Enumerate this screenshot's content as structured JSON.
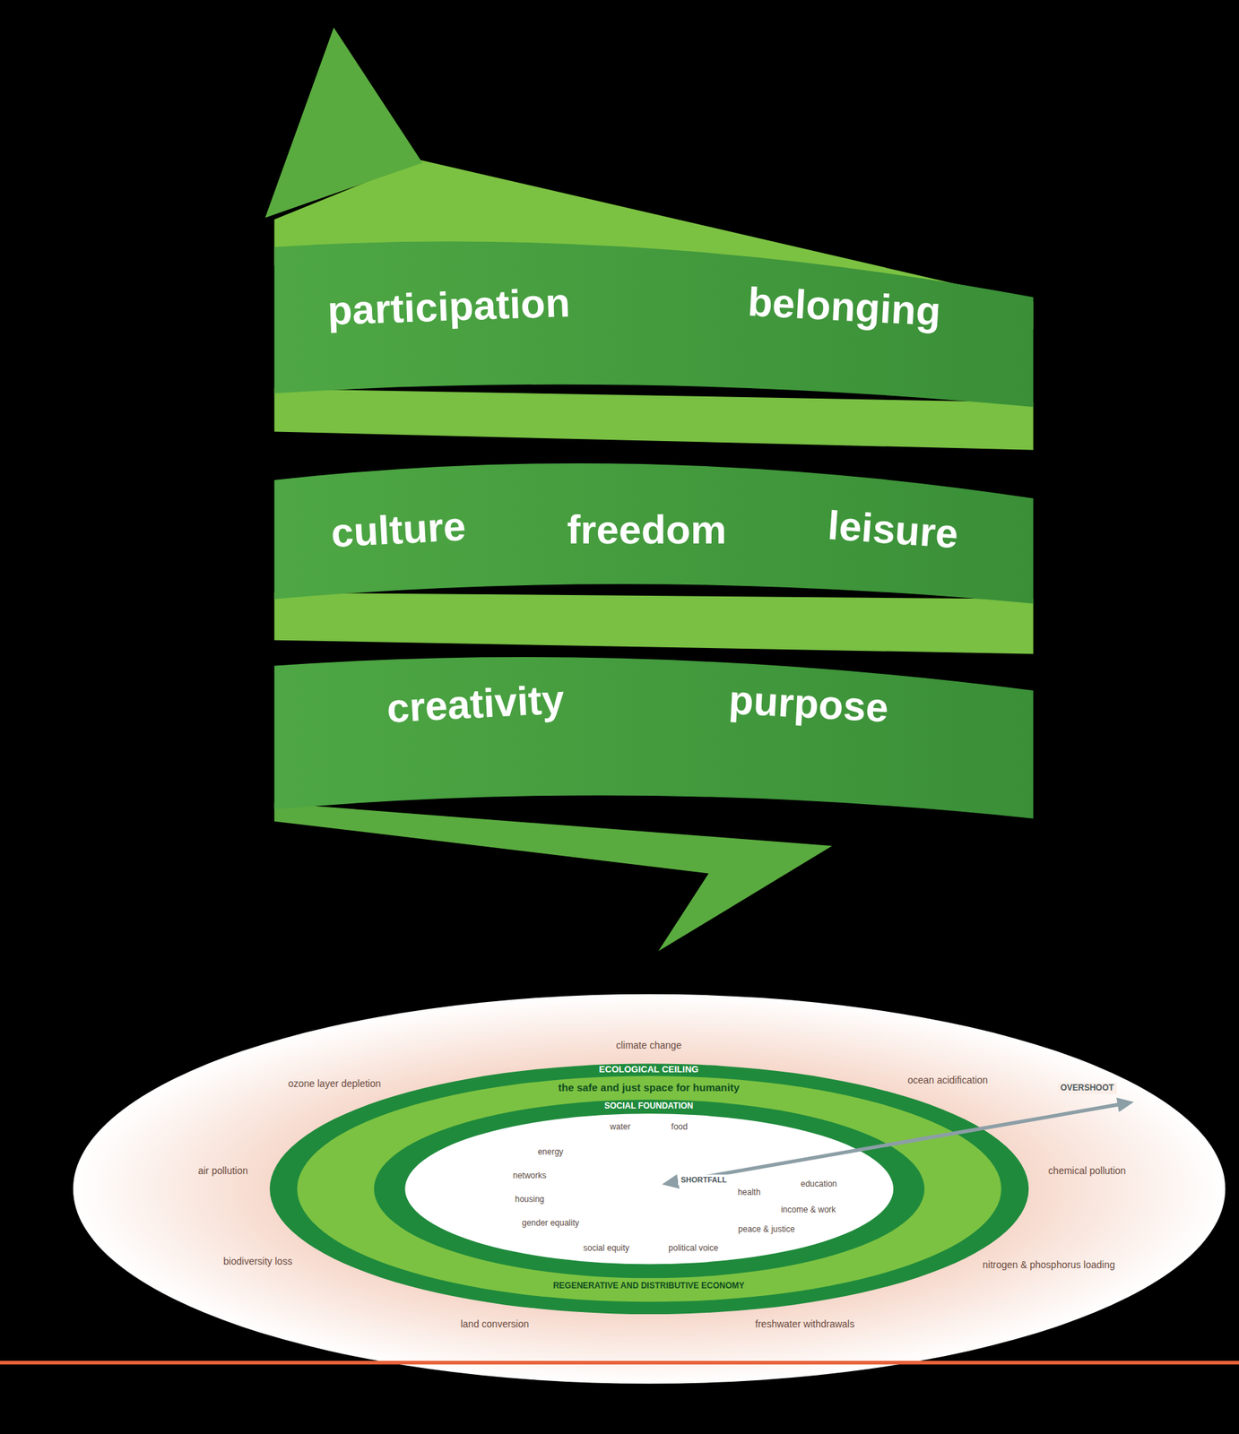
{
  "diagram": {
    "nodes": [
      {
        "text": [
          "participation",
          "belonging"
        ]
      },
      {
        "text": [
          "culture",
          "freedom",
          "leisure"
        ]
      },
      {
        "text": [
          "creativity",
          "purpose"
        ]
      }
    ],
    "labels": [
      "ECOLOGICAL CEILING",
      "the safe and just space for humanity",
      "SOCIAL FOUNDATION",
      "REGENERATIVE AND DISTRIBUTIVE ECONOMY",
      "OVERSHOOT",
      "SHORTFALL",
      "climate change",
      "ocean acidification",
      "chemical pollution",
      "nitrogen & phosphorus loading",
      "freshwater withdrawals",
      "land conversion",
      "biodiversity loss",
      "air pollution",
      "ozone layer depletion",
      "water",
      "food",
      "health",
      "education",
      "income & work",
      "peace & justice",
      "political voice",
      "social equity",
      "gender equality",
      "housing",
      "networks",
      "energy"
    ]
  }
}
